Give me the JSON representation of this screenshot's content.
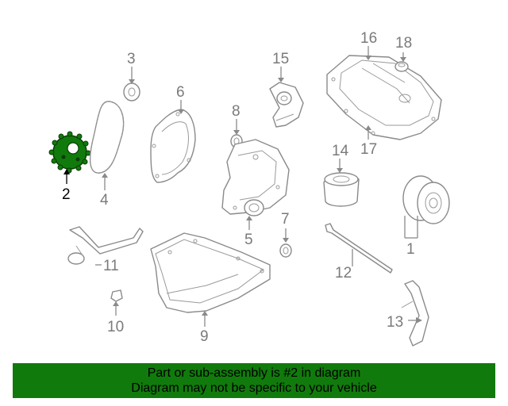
{
  "diagram": {
    "callouts": {
      "c1": "1",
      "c2": "2",
      "c3": "3",
      "c4": "4",
      "c5": "5",
      "c6": "6",
      "c7": "7",
      "c8": "8",
      "c9": "9",
      "c10": "10",
      "c11": "11",
      "c12": "12",
      "c13": "13",
      "c14": "14",
      "c15": "15",
      "c16": "16",
      "c17": "17",
      "c18": "18"
    },
    "highlighted_part": "2",
    "colors": {
      "highlight_part": "#117a0c",
      "line_art": "#8a8a8a",
      "banner": "#117a0c"
    }
  },
  "banner": {
    "line1": "Part or sub-assembly is #2 in diagram",
    "line2": "Diagram may not be specific to your vehicle"
  }
}
